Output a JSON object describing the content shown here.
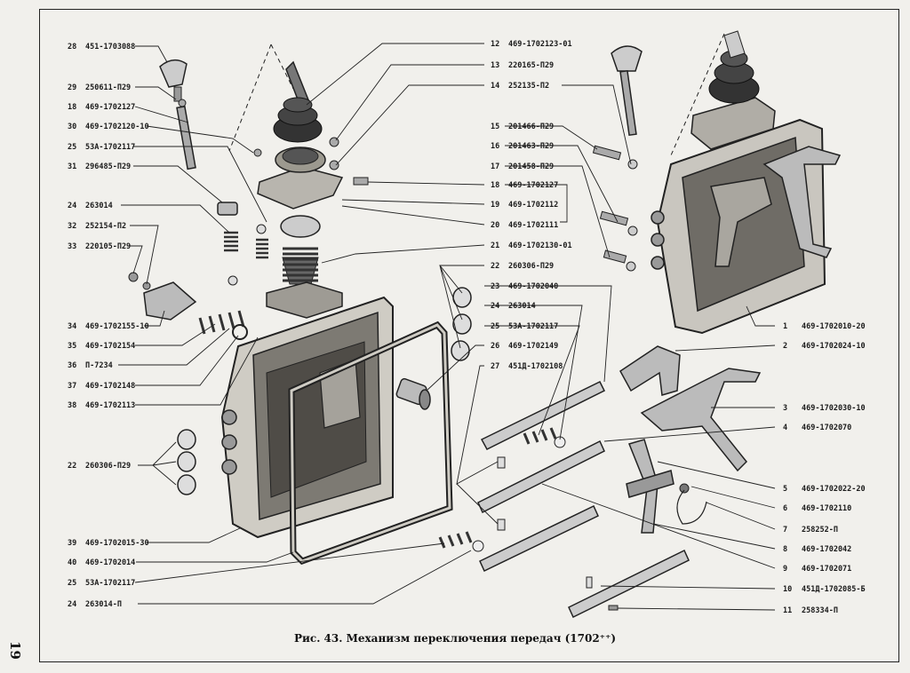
{
  "page_number": "19",
  "caption": "Рис. 43. Механизм переключения передач (1702⁺⁺)",
  "left_labels": [
    {
      "num": "28",
      "code": "451-1703088"
    },
    {
      "num": "29",
      "code": "250611-П29"
    },
    {
      "num": "18",
      "code": "469-1702127"
    },
    {
      "num": "30",
      "code": "469-1702120-10"
    },
    {
      "num": "25",
      "code": "53А-1702117"
    },
    {
      "num": "31",
      "code": "296485-П29"
    },
    {
      "num": "24",
      "code": "263014"
    },
    {
      "num": "32",
      "code": "252154-П2"
    },
    {
      "num": "33",
      "code": "220105-П29"
    },
    {
      "num": "34",
      "code": "469-1702155-10"
    },
    {
      "num": "35",
      "code": "469-1702154"
    },
    {
      "num": "36",
      "code": "П-7234"
    },
    {
      "num": "37",
      "code": "469-1702148"
    },
    {
      "num": "38",
      "code": "469-1702113"
    },
    {
      "num": "22",
      "code": "260306-П29"
    },
    {
      "num": "39",
      "code": "469-1702015-30"
    },
    {
      "num": "40",
      "code": "469-1702014"
    },
    {
      "num": "25",
      "code": "53А-1702117"
    },
    {
      "num": "24",
      "code": "263014-П"
    }
  ],
  "middle_labels": [
    {
      "num": "12",
      "code": "469-1702123-01"
    },
    {
      "num": "13",
      "code": "220165-П29"
    },
    {
      "num": "14",
      "code": "252135-П2"
    },
    {
      "num": "15",
      "code": "201466-П29"
    },
    {
      "num": "16",
      "code": "201463-П29"
    },
    {
      "num": "17",
      "code": "201458-П29"
    },
    {
      "num": "18",
      "code": "469-1702127"
    },
    {
      "num": "19",
      "code": "469-1702112"
    },
    {
      "num": "20",
      "code": "469-1702111"
    },
    {
      "num": "21",
      "code": "469-1702130-01"
    },
    {
      "num": "22",
      "code": "260306-П29"
    },
    {
      "num": "23",
      "code": "469-1702040"
    },
    {
      "num": "24",
      "code": "263014"
    },
    {
      "num": "25",
      "code": "53А-1702117"
    },
    {
      "num": "26",
      "code": "469-1702149"
    },
    {
      "num": "27",
      "code": "451Д-1702108"
    }
  ],
  "right_labels": [
    {
      "num": "1",
      "code": "469-1702010-20"
    },
    {
      "num": "2",
      "code": "469-1702024-10"
    },
    {
      "num": "3",
      "code": "469-1702030-10"
    },
    {
      "num": "4",
      "code": "469-1702070"
    },
    {
      "num": "5",
      "code": "469-1702022-20"
    },
    {
      "num": "6",
      "code": "469-1702110"
    },
    {
      "num": "7",
      "code": "258252-П"
    },
    {
      "num": "8",
      "code": "469-1702042"
    },
    {
      "num": "9",
      "code": "469-1702071"
    },
    {
      "num": "10",
      "code": "451Д-1702085-Б"
    },
    {
      "num": "11",
      "code": "258334-П"
    }
  ]
}
